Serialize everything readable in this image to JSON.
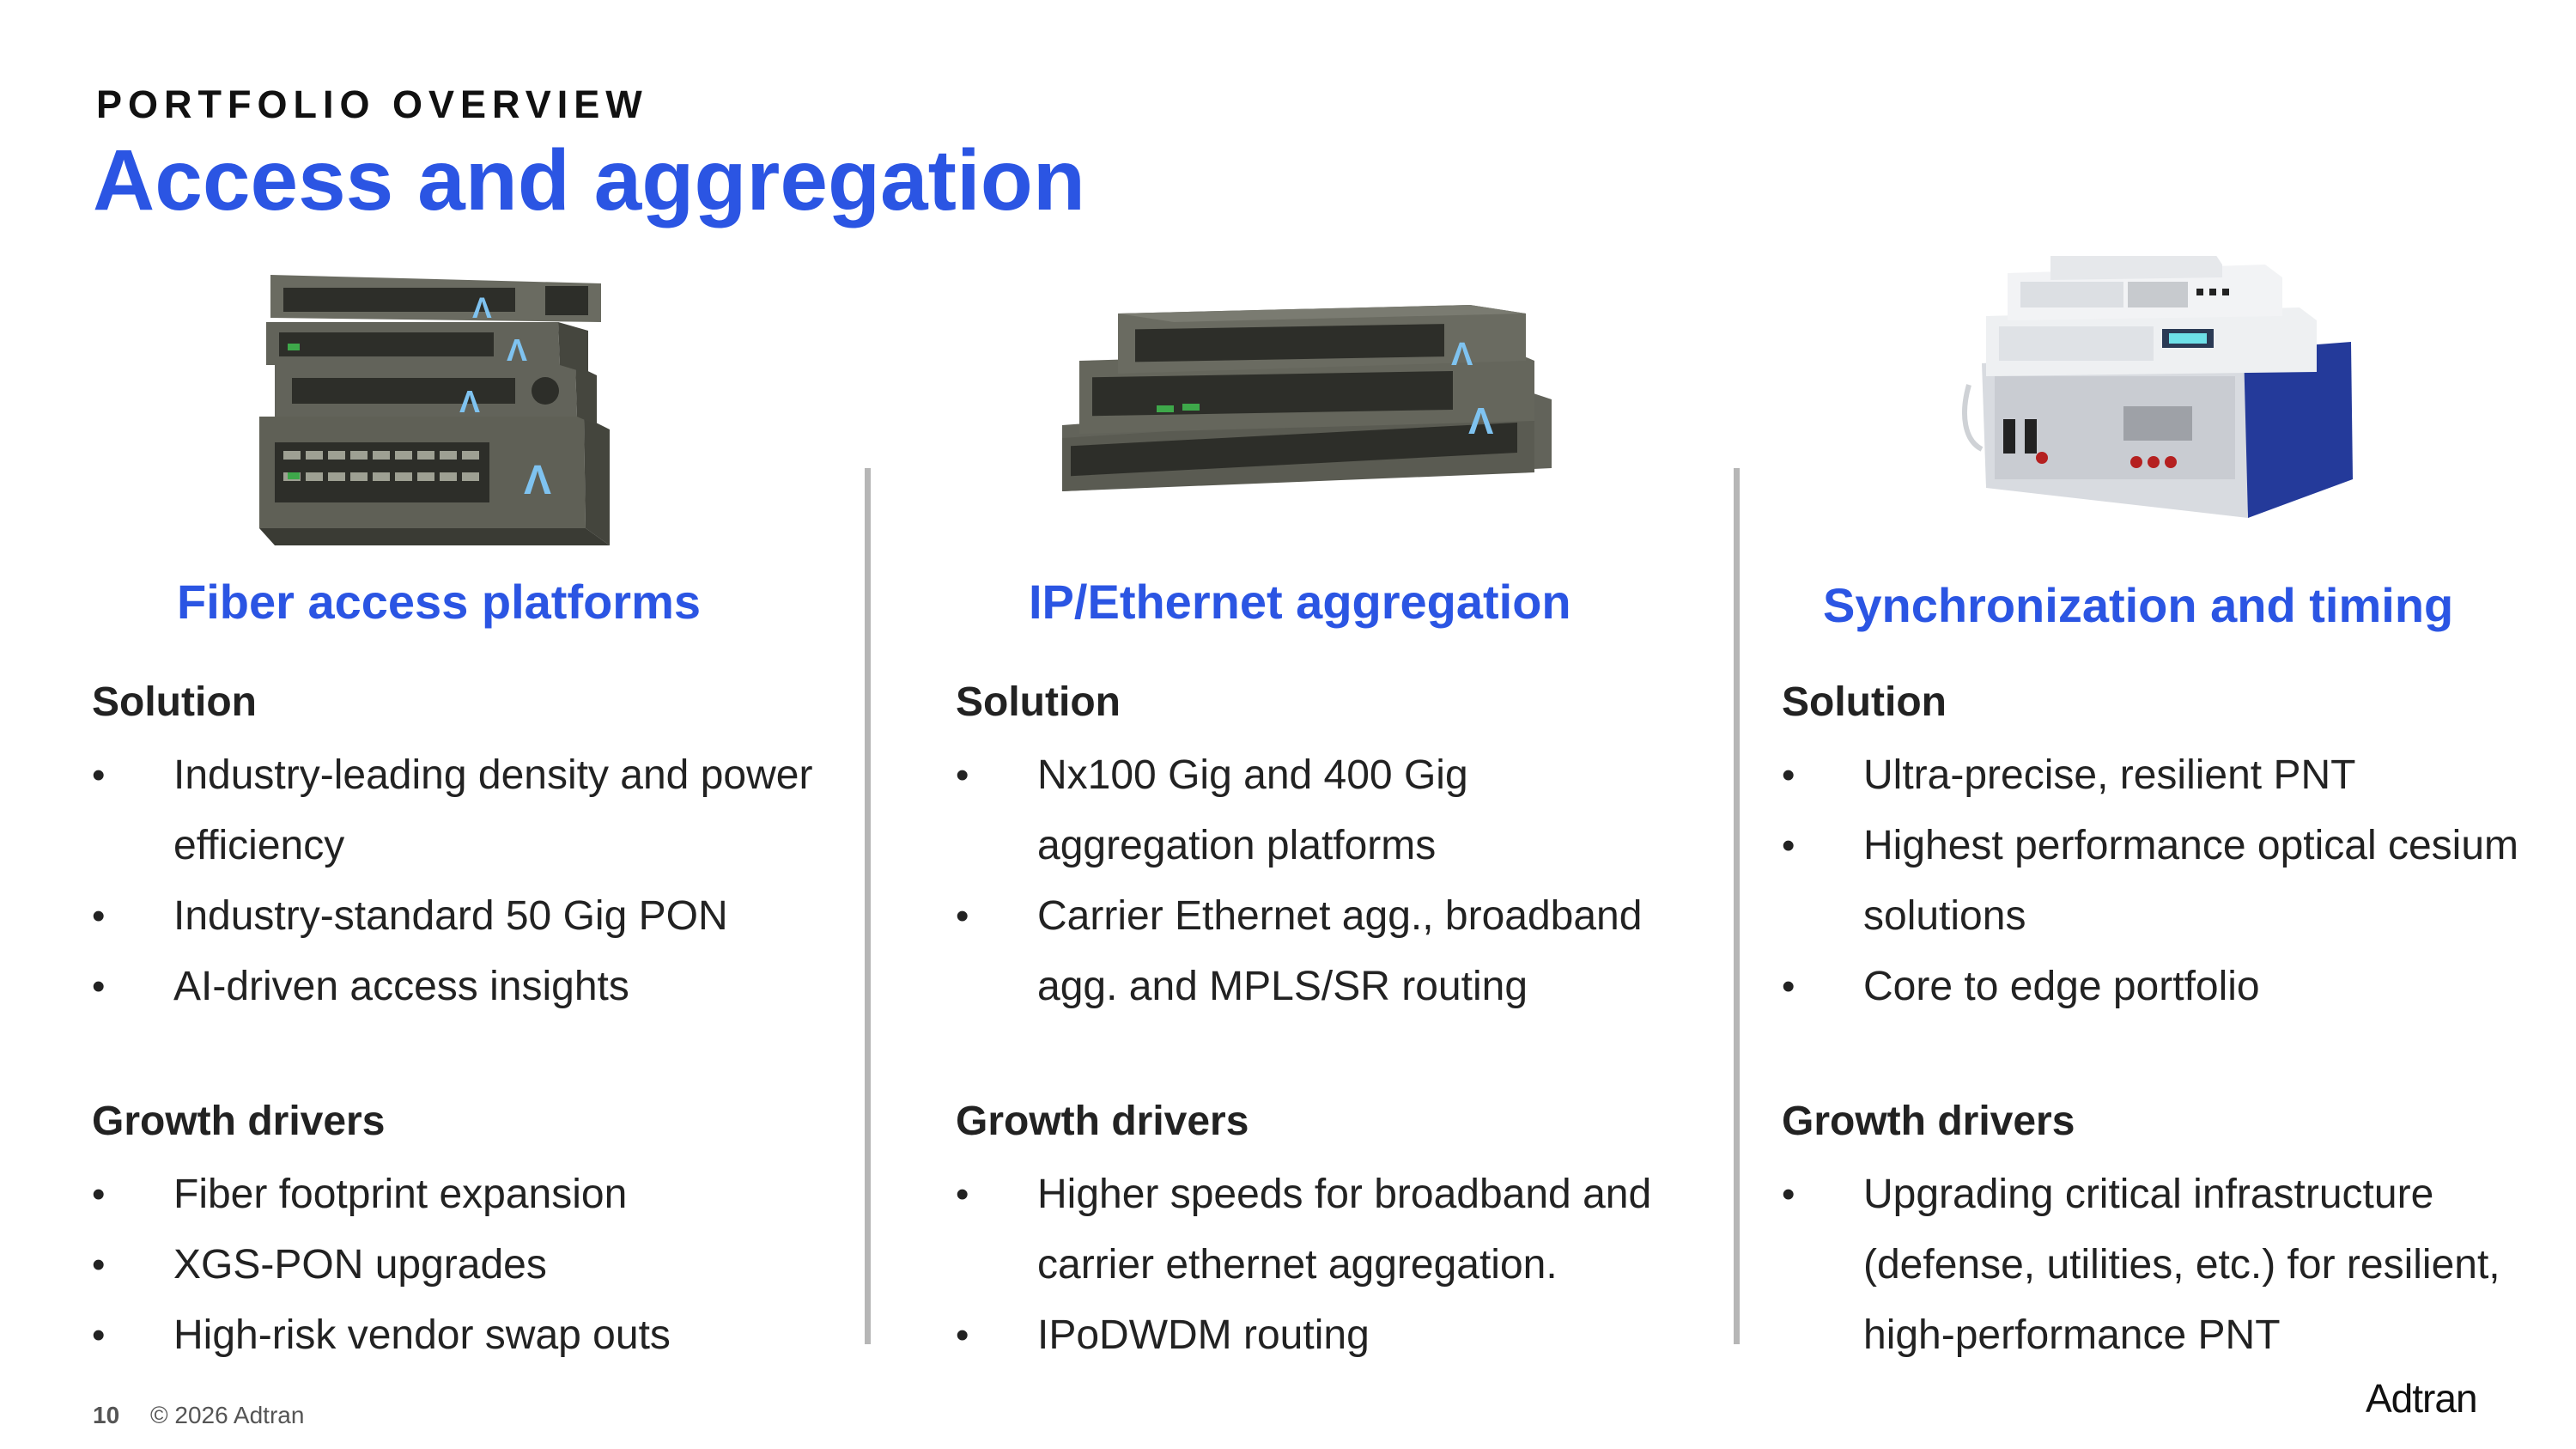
{
  "header": {
    "eyebrow": "PORTFOLIO OVERVIEW",
    "title": "Access and aggregation"
  },
  "columns": [
    {
      "heading": "Fiber access platforms",
      "product_icon": "stacked-olt-chassis",
      "solution_title": "Solution",
      "solution": [
        "Industry-leading density and power efficiency",
        "Industry-standard 50 Gig PON",
        "AI-driven access insights"
      ],
      "growth_title": "Growth drivers",
      "growth": [
        "Fiber footprint expansion",
        "XGS-PON upgrades",
        "High-risk vendor swap outs"
      ]
    },
    {
      "heading": "IP/Ethernet aggregation",
      "product_icon": "stacked-aggregation-routers",
      "solution_title": "Solution",
      "solution": [
        "Nx100 Gig and 400 Gig aggregation platforms",
        "Carrier Ethernet agg., broadband agg. and MPLS/SR routing"
      ],
      "growth_title": "Growth drivers",
      "growth": [
        "Higher speeds for broadband and carrier ethernet aggregation.",
        "IPoDWDM routing"
      ]
    },
    {
      "heading": "Synchronization and timing",
      "product_icon": "timing-server-chassis",
      "solution_title": "Solution",
      "solution": [
        "Ultra-precise, resilient PNT",
        "Highest performance optical cesium solutions",
        "Core to edge portfolio"
      ],
      "growth_title": "Growth drivers",
      "growth": [
        "Upgrading critical infrastructure (defense, utilities, etc.) for resilient, high-performance PNT"
      ]
    }
  ],
  "footer": {
    "page_number": "10",
    "copyright": "© 2026 Adtran",
    "logo_text": "Adtran"
  },
  "colors": {
    "accent": "#2b55e3",
    "text": "#222222",
    "divider": "#b6b6b6",
    "device": "#5e5f56"
  }
}
